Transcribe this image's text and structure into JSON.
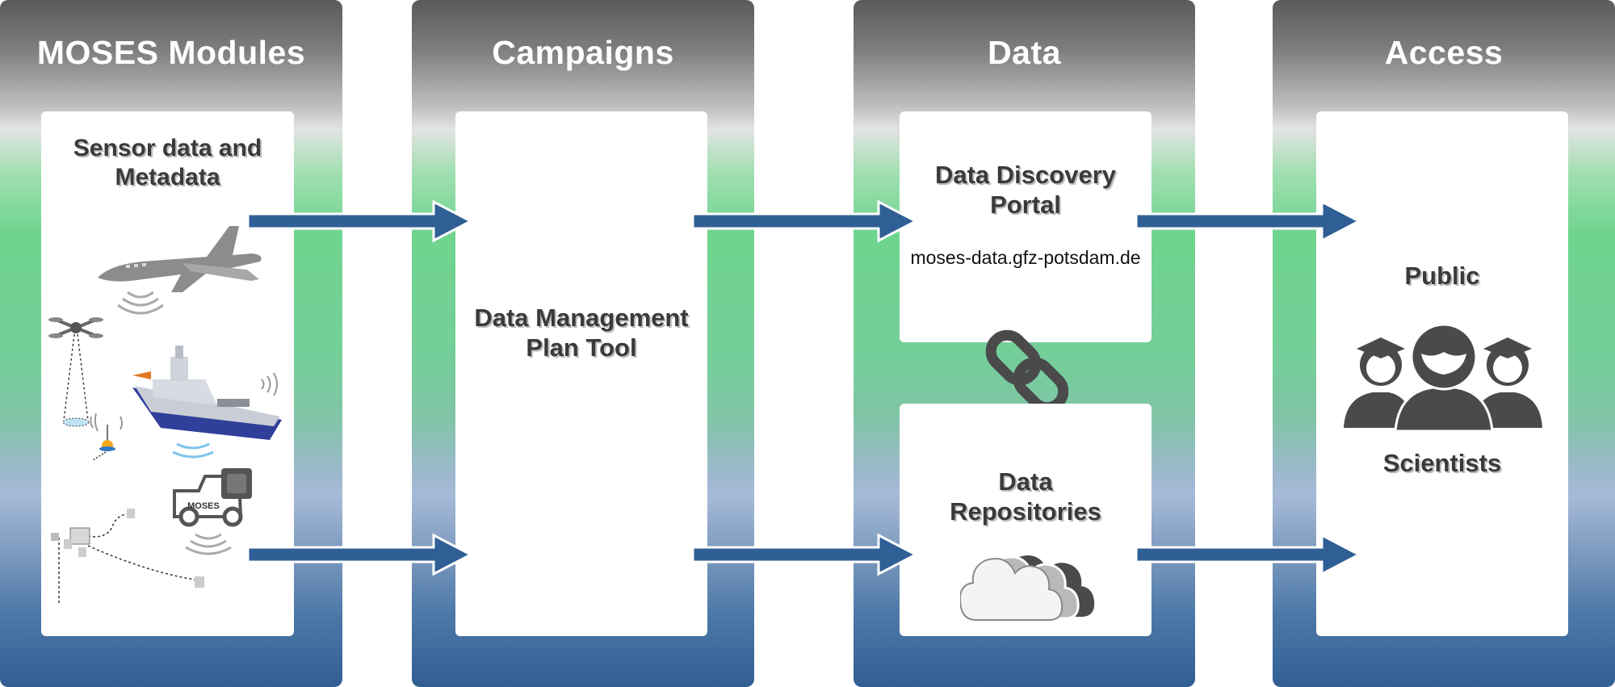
{
  "columns": {
    "modules": "MOSES Modules",
    "campaigns": "Campaigns",
    "data": "Data",
    "access": "Access"
  },
  "modules_panel": {
    "heading_line1": "Sensor data and",
    "heading_line2": "Metadata",
    "vehicle_text": "MOSES"
  },
  "campaigns_panel": {
    "line1": "Data Management",
    "line2": "Plan Tool"
  },
  "data_top": {
    "line1": "Data Discovery",
    "line2": "Portal",
    "url": "moses-data.gfz-potsdam.de"
  },
  "data_bottom": {
    "line1": "Data",
    "line2": "Repositories"
  },
  "access_panel": {
    "public": "Public",
    "scientists": "Scientists"
  },
  "colors": {
    "arrow": "#2f5f95",
    "icon_dark": "#4a4a4a"
  },
  "icons": [
    "airplane-icon",
    "drone-icon",
    "ship-icon",
    "buoy-icon",
    "vehicle-icon",
    "sensor-network-icon",
    "link-icon",
    "cloud-icon",
    "people-icon"
  ]
}
